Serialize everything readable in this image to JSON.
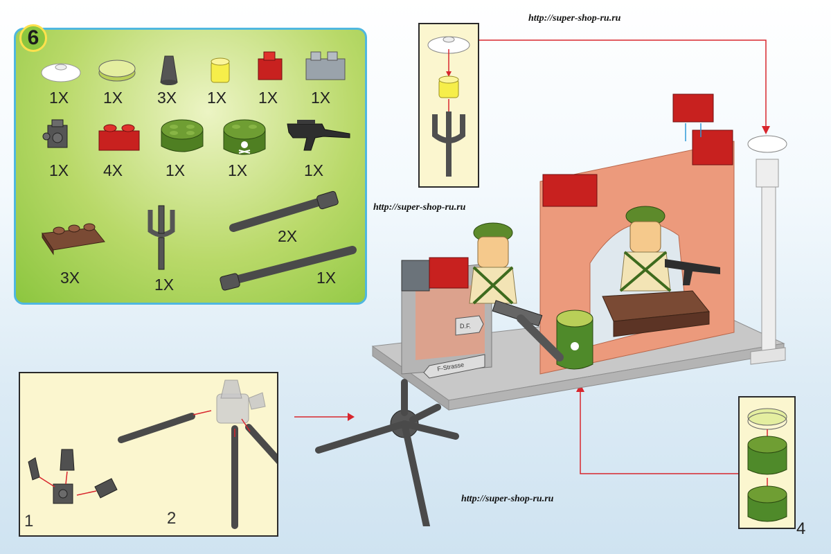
{
  "step_number": "6",
  "watermark_urls": [
    "http://super-shop-ru.ru",
    "http://super-shop-ru.ru",
    "http://super-shop-ru.ru"
  ],
  "parts_list": [
    {
      "part": "white-round-dish",
      "qty": "1X"
    },
    {
      "part": "lime-round-tile",
      "qty": "1X"
    },
    {
      "part": "dark-gray-cone",
      "qty": "3X"
    },
    {
      "part": "trans-yellow-round-brick",
      "qty": "1X"
    },
    {
      "part": "red-brick-1x2",
      "qty": "1X"
    },
    {
      "part": "light-gray-brick-1x2",
      "qty": "1X"
    },
    {
      "part": "dark-gray-brick-studs-on-sides",
      "qty": "1X"
    },
    {
      "part": "red-brick-2x2",
      "qty": "4X"
    },
    {
      "part": "green-round-brick-2x2",
      "qty": "1X"
    },
    {
      "part": "green-round-brick-2x2-skull",
      "qty": "1X"
    },
    {
      "part": "black-submachine-gun",
      "qty": "1X"
    },
    {
      "part": "brown-sandbag-plate",
      "qty": "3X"
    },
    {
      "part": "dark-gray-lamp-holder",
      "qty": "1X"
    },
    {
      "part": "dark-gray-bar-short",
      "qty": "2X"
    },
    {
      "part": "dark-gray-bar-long",
      "qty": "1X"
    }
  ],
  "sub_steps": [
    "1",
    "2"
  ],
  "sign_texts": [
    "D.F.",
    "F-Strasse"
  ],
  "page_number": "4",
  "colors": {
    "panel_border": "#4fb7e0",
    "panel_green": "#8cc63f",
    "callout_bg": "#fbf6cf",
    "arrow_red": "#d8262d",
    "brick_red": "#c8211f",
    "wall_salmon": "#ec9a7c",
    "baseplate_gray": "#bdbdbd",
    "army_green": "#5d8a2b"
  }
}
